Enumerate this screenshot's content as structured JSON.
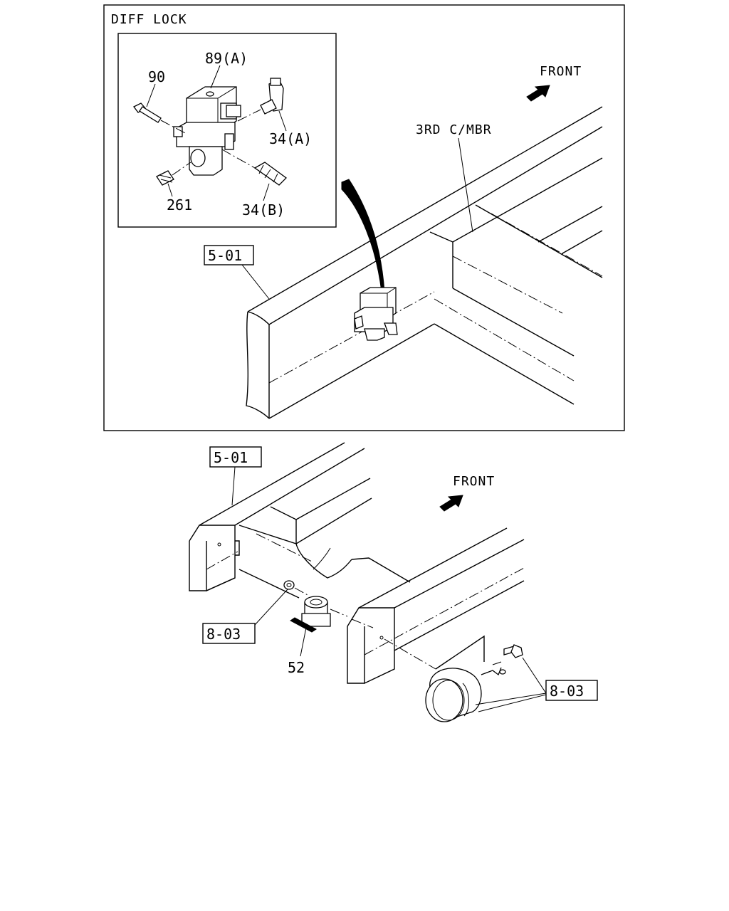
{
  "panel_title": "DIFF LOCK",
  "labels": {
    "p89a": "89(A)",
    "p90": "90",
    "p34a": "34(A)",
    "p261": "261",
    "p34b": "34(B)",
    "front_top": "FRONT",
    "third_cmbr": "3RD C/MBR",
    "ref_501_top": "5-01",
    "ref_501_bottom": "5-01",
    "front_bottom": "FRONT",
    "ref_803_left": "8-03",
    "p52": "52",
    "ref_803_right": "8-03"
  },
  "icons": [
    "front-arrow-icon",
    "solenoid-valve-icon",
    "speed-sensor-icon",
    "brake-chamber-icon"
  ]
}
